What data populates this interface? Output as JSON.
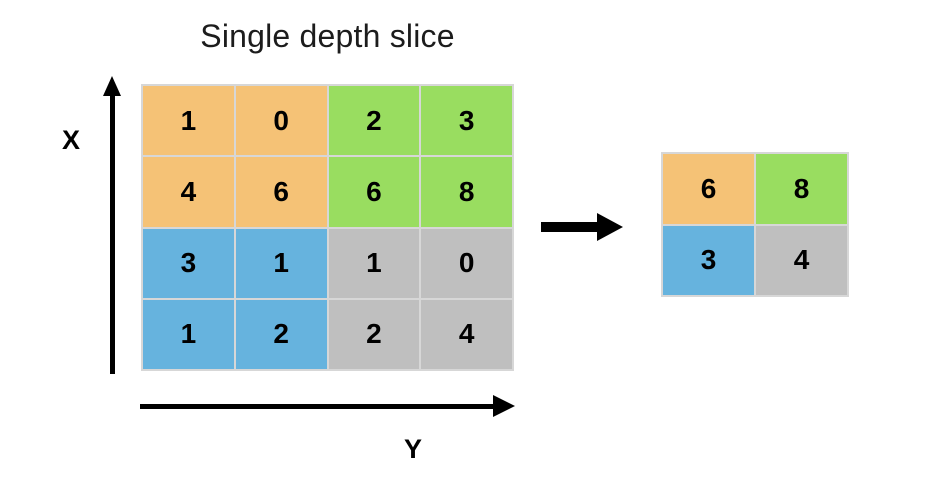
{
  "title": "Single depth slice",
  "axes": {
    "vertical_label": "X",
    "horizontal_label": "Y"
  },
  "colors": {
    "orange": "#F5C276",
    "green": "#99DD60",
    "blue": "#66B3DE",
    "gray": "#BFBFBF",
    "grid_line": "#D7D7D7",
    "text": "#000000",
    "background": "#FFFFFF"
  },
  "input_grid": {
    "rows": 4,
    "cols": 4,
    "cells": [
      {
        "value": "1",
        "color": "orange"
      },
      {
        "value": "0",
        "color": "orange"
      },
      {
        "value": "2",
        "color": "green"
      },
      {
        "value": "3",
        "color": "green"
      },
      {
        "value": "4",
        "color": "orange"
      },
      {
        "value": "6",
        "color": "orange"
      },
      {
        "value": "6",
        "color": "green"
      },
      {
        "value": "8",
        "color": "green"
      },
      {
        "value": "3",
        "color": "blue"
      },
      {
        "value": "1",
        "color": "blue"
      },
      {
        "value": "1",
        "color": "gray"
      },
      {
        "value": "0",
        "color": "gray"
      },
      {
        "value": "1",
        "color": "blue"
      },
      {
        "value": "2",
        "color": "blue"
      },
      {
        "value": "2",
        "color": "gray"
      },
      {
        "value": "4",
        "color": "gray"
      }
    ]
  },
  "output_grid": {
    "rows": 2,
    "cols": 2,
    "cells": [
      {
        "value": "6",
        "color": "orange"
      },
      {
        "value": "8",
        "color": "green"
      },
      {
        "value": "3",
        "color": "blue"
      },
      {
        "value": "4",
        "color": "gray"
      }
    ]
  },
  "transform_arrow": {
    "direction": "right"
  }
}
